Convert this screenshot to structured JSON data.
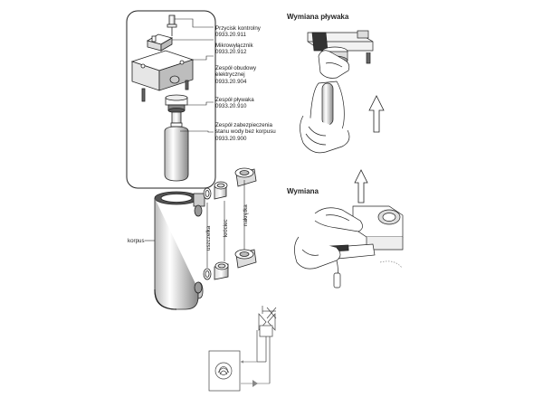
{
  "sections": {
    "float_replace_title": "Wymiana pływaka",
    "replace_title": "Wymiana"
  },
  "callouts": [
    {
      "name": "Przycisk kontrolny",
      "code": "0933.20.911"
    },
    {
      "name": "Mikrowyłącznik",
      "code": "0933.20.912"
    },
    {
      "name_lines": [
        "Zespół obudowy",
        "elektrycznej"
      ],
      "code": "0933.20.904"
    },
    {
      "name": "Zespół pływaka",
      "code": "0933.20.910"
    },
    {
      "name_lines": [
        "Zespół zabezpieczenia",
        "stanu wody bez korpusu"
      ],
      "code": "0933.20.900"
    }
  ],
  "parts": {
    "body": "korpus",
    "seal": "uszczelka",
    "stub": "króciec",
    "nut": "nakrętka"
  },
  "colors": {
    "line": "#222222",
    "shade": "#999999",
    "arrow_gray": "#888888"
  }
}
